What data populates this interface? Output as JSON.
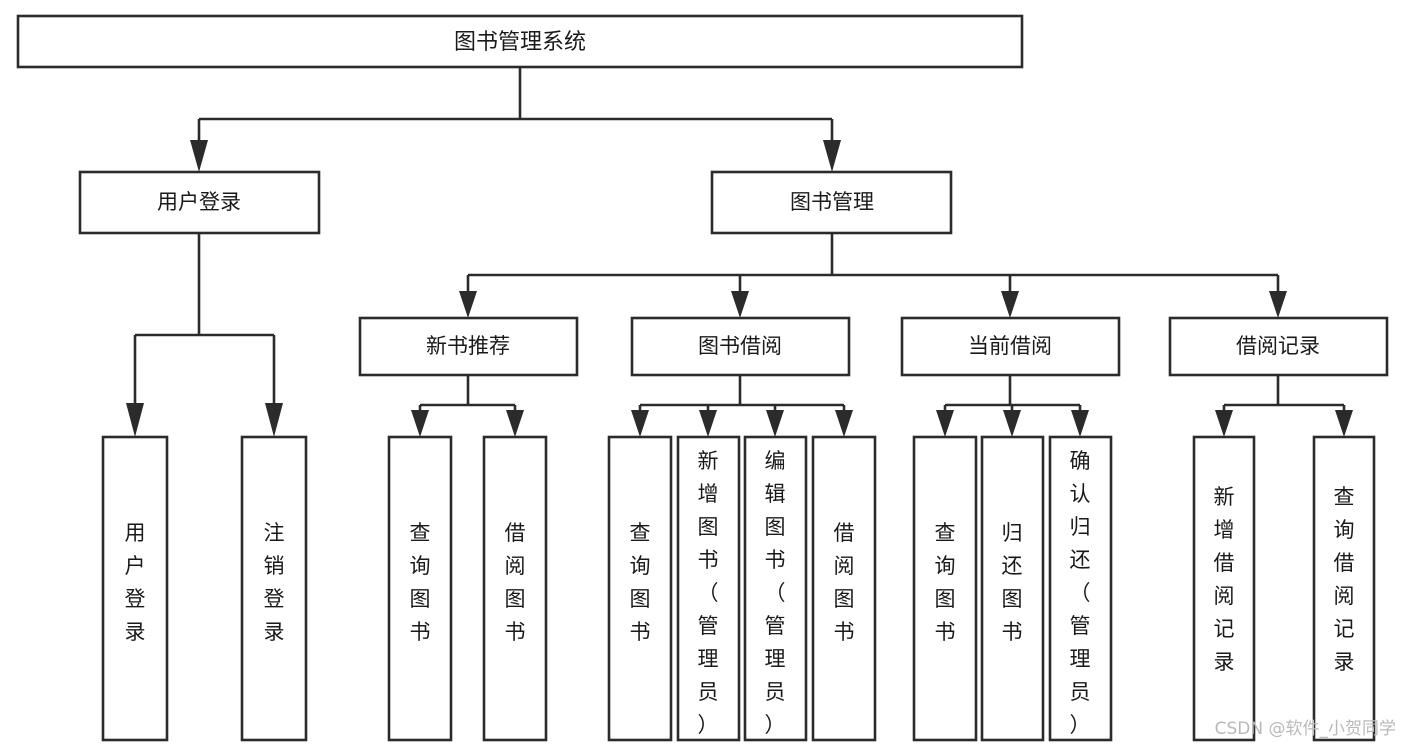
{
  "diagram": {
    "title": "图书管理系统",
    "type": "tree-hierarchy-chart",
    "root": {
      "label": "图书管理系统"
    },
    "level2": [
      {
        "label": "用户登录"
      },
      {
        "label": "图书管理"
      }
    ],
    "level3": [
      {
        "label": "新书推荐"
      },
      {
        "label": "图书借阅"
      },
      {
        "label": "当前借阅"
      },
      {
        "label": "借阅记录"
      }
    ],
    "leaves_user_login": [
      {
        "label": "用户登录"
      },
      {
        "label": "注销登录"
      }
    ],
    "leaves_new_book": [
      {
        "label": "查询图书"
      },
      {
        "label": "借阅图书"
      }
    ],
    "leaves_book_borrow": [
      {
        "label": "查询图书"
      },
      {
        "label": "新增图书（管理员）"
      },
      {
        "label": "编辑图书（管理员）"
      },
      {
        "label": "借阅图书"
      }
    ],
    "leaves_current_borrow": [
      {
        "label": "查询图书"
      },
      {
        "label": "归还图书"
      },
      {
        "label": "确认归还（管理员）"
      }
    ],
    "leaves_borrow_record": [
      {
        "label": "新增借阅记录"
      },
      {
        "label": "查询借阅记录"
      }
    ],
    "watermark": "CSDN @软件_小贺同学",
    "colors": {
      "box_fill": "#ffffff",
      "box_stroke": "#2b2b2b",
      "text": "#1a1a1a",
      "background": "#ffffff",
      "watermark": "#b9b9b9"
    }
  }
}
